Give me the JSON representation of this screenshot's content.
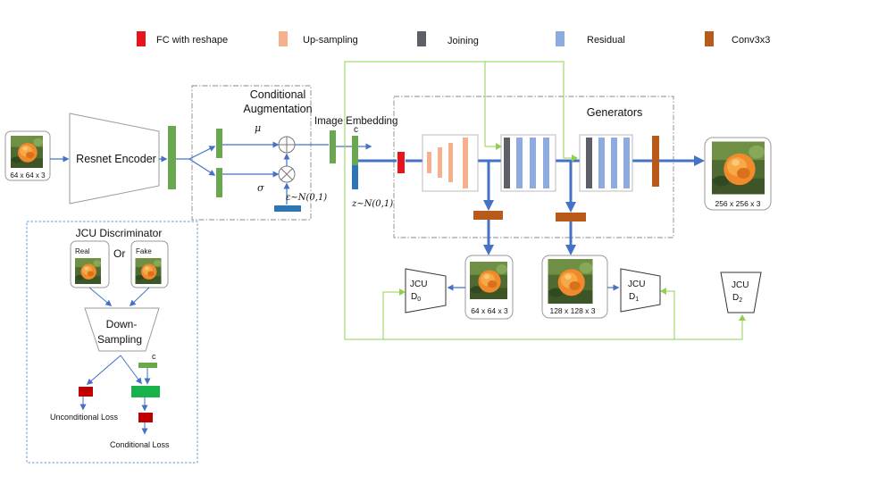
{
  "legend": [
    {
      "label": "FC with reshape",
      "color": "#e8141c"
    },
    {
      "label": "Up-sampling",
      "color": "#f7b08c"
    },
    {
      "label": "Joining",
      "color": "#5d6066"
    },
    {
      "label": "Residual",
      "color": "#8eabe0"
    },
    {
      "label": "Conv3x3",
      "color": "#b85a1a"
    }
  ],
  "colors": {
    "green_block": "#6aa84f",
    "blue_line": "#4472c4",
    "light_green_line": "#8fd14f",
    "bright_green": "#17b34a",
    "dark_red": "#c00000",
    "blue_block": "#2e75b6",
    "upsample": "#f7b08c",
    "joining": "#5d6066",
    "residual": "#8eabe0",
    "conv": "#b85a1a",
    "fc": "#e8141c"
  },
  "icons": {
    "image": "rose-photo-icon",
    "add": "circle-plus-icon",
    "multiply": "circle-times-icon"
  },
  "encoder": {
    "input_label": "64 x 64 x 3",
    "name": "Resnet Encoder"
  },
  "conditional_augmentation": {
    "title_line1": "Conditional",
    "title_line2": "Augmentation",
    "mu": "μ",
    "sigma": "σ",
    "epsilon": "ε~N(0,1)"
  },
  "embedding": {
    "label": "Image Embedding",
    "c": "c",
    "z": "z~N(0,1)"
  },
  "generators": {
    "title": "Generators",
    "output_256": "256 x 256 x 3",
    "output_64": "64 x 64 x 3",
    "output_128": "128 x 128 x 3"
  },
  "discriminators": {
    "d0_line1": "JCU",
    "d0_line2": "D",
    "d0_sub": "0",
    "d1_line1": "JCU",
    "d1_line2": "D",
    "d1_sub": "1",
    "d2_line1": "JCU",
    "d2_line2": "D",
    "d2_sub": "2"
  },
  "jcu_panel": {
    "title": "JCU Discriminator",
    "real": "Real",
    "fake": "Fake",
    "or": "Or",
    "down_line1": "Down-",
    "down_line2": "Sampling",
    "c": "c",
    "unconditional_loss": "Unconditional Loss",
    "conditional_loss": "Conditional Loss"
  }
}
